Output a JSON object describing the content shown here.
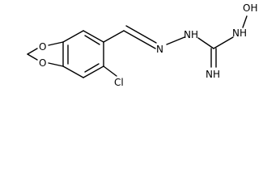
{
  "molecule": {
    "atoms": {
      "oh": "OH",
      "nh_upper": "NH",
      "nh_left": "NH",
      "n_hydrazone": "N",
      "o_upper": "O",
      "o_lower": "O",
      "cl": "Cl",
      "nh_imine": "NH"
    }
  },
  "colors": {
    "bond": "#000000",
    "text": "#000000",
    "background": "#ffffff"
  }
}
